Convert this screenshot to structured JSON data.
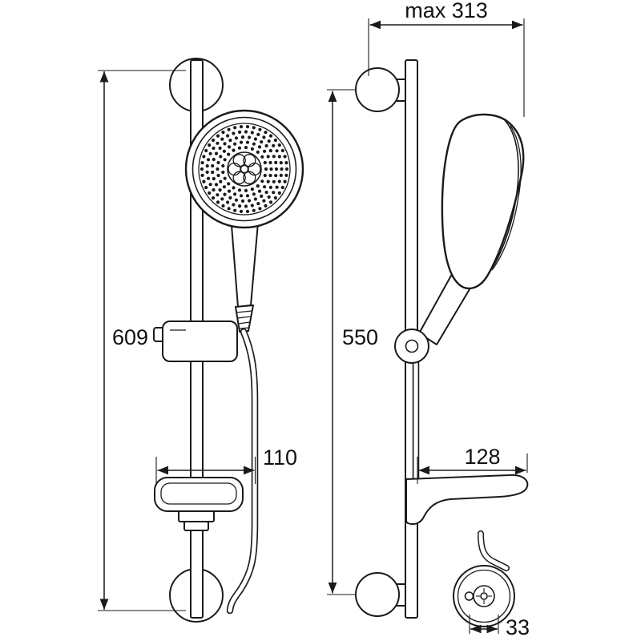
{
  "page": {
    "background": "#ffffff",
    "line_color": "#1a1a1a"
  },
  "drawing": {
    "type": "technical-dimension-drawing",
    "dimensions": {
      "max_width_top": "max 313",
      "front_height": "609",
      "side_height": "550",
      "front_dish_width": "110",
      "side_dish_depth": "128",
      "detail_width": "33"
    }
  }
}
